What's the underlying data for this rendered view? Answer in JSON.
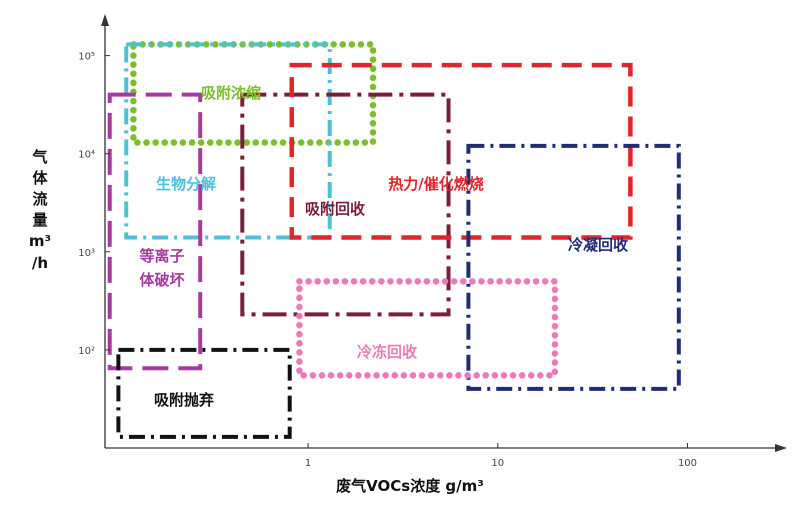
{
  "chart_data": {
    "type": "diagram",
    "x_axis": {
      "label": "废气VOCs浓度 g/m³",
      "scale": "log",
      "ticks": [
        {
          "value": 1,
          "label": "1"
        },
        {
          "value": 10,
          "label": "10"
        },
        {
          "value": 100,
          "label": "100"
        }
      ]
    },
    "y_axis": {
      "label_lines": [
        "气",
        "体",
        "流",
        "量",
        "m³",
        "/h"
      ],
      "scale": "log",
      "ticks": [
        {
          "value": 100,
          "label": "10²"
        },
        {
          "value": 1000,
          "label": "10³"
        },
        {
          "value": 10000,
          "label": "10⁴"
        },
        {
          "value": 100000,
          "label": "10⁵"
        }
      ]
    },
    "regions": [
      {
        "key": "adsorption-concentration",
        "label": "吸附浓缩",
        "color": "#7bbf2a",
        "style": "dotted",
        "x_range": [
          0.12,
          2.2
        ],
        "y_range": [
          13000,
          130000
        ]
      },
      {
        "key": "bio-degradation",
        "label": "生物分解",
        "color": "#4fc0d8",
        "style": "dash-dot",
        "x_range": [
          0.11,
          1.3
        ],
        "y_range": [
          1400,
          130000
        ]
      },
      {
        "key": "plasma",
        "label_lines": [
          "等离子",
          "体破坏"
        ],
        "color": "#a63aa0",
        "style": "long-dash",
        "x_range": [
          0.09,
          0.27
        ],
        "y_range": [
          65,
          40000
        ]
      },
      {
        "key": "adsorption-recovery",
        "label": "吸附回收",
        "color": "#7a1f3b",
        "style": "long-dash-dot",
        "x_range": [
          0.45,
          5.5
        ],
        "y_range": [
          230,
          40000
        ]
      },
      {
        "key": "thermal-catalytic",
        "label": "热力/催化燃烧",
        "color": "#e1262b",
        "style": "dashed",
        "x_range": [
          0.82,
          50
        ],
        "y_range": [
          1400,
          80000
        ]
      },
      {
        "key": "condensation-recovery",
        "label": "冷凝回收",
        "color": "#1f2d72",
        "style": "dash-dot",
        "x_range": [
          7,
          90
        ],
        "y_range": [
          40,
          12000
        ]
      },
      {
        "key": "freeze-recovery",
        "label": "冷冻回收",
        "color": "#ec79b8",
        "style": "dotted",
        "x_range": [
          0.9,
          20
        ],
        "y_range": [
          55,
          500
        ]
      },
      {
        "key": "adsorption-disposal",
        "label": "吸附抛弃",
        "color": "#111111",
        "style": "dash-dot",
        "x_range": [
          0.1,
          0.8
        ],
        "y_range": [
          13,
          100
        ]
      }
    ]
  }
}
